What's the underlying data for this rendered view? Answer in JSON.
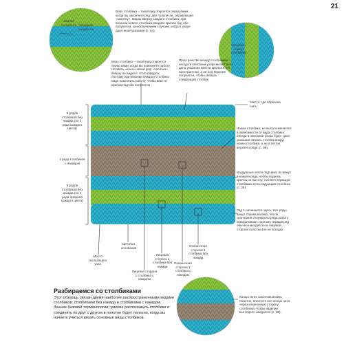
{
  "page_number": "21",
  "circle_top_left": {
    "label_back": "Задняя полупетля",
    "label_front": "Передняя полупетля"
  },
  "note_top": "Верх столбика – такой вид откроется перед вами, когда вы закончите ряд: две полупетли, образующие «галочку», видны вверху каждого столбика; при вязании нового столбика вводите крючок под обе полупетли, за исключением случаев, когда в узоре дано иное указание (с. 84).",
  "circle_top_right_label": "«Косичка» поверх столбиков",
  "note_left_mid": "Верх столбика – такой вид откроется перед вами, когда вы повернете работу, готовясь начать новый ряд: «косичка» вверху не видна с этого ракурса, поэтому при вязании каждого столбика надо наклонить работу, чтобы ввести крючок под обе полупетли",
  "note_center_mid": "Пространство между столбиками – иногда в описании узора может быть дано указание ввести крючок в это пространство, а не под верхние полупетли, чтобы связать следующий столбик",
  "left_labels": {
    "rows6_top": "6 рядов столбиков без накида (по 2 ряда каждого цвета)",
    "rows2": "2 ряда столбиков с накидом",
    "rows6_bottom": "6 рядов столбиков без накида (по 2 ряда прежней каждого цвета)"
  },
  "right_labels": {
    "cut_place": "Место, где обрезана нить",
    "leg": "Ножка столбика: ее высота меняется в зависимости от вида столбика; иногда в описании узора будет дано указание связать столбик вокруг ножки столбика, а не в петлю верхнего ряда (с. 98).",
    "air_lift": "Воздушные петли подъема: их вяжут в начале ряда, чтобы поднять крючок на высоту, соответствующую столбикам в последующем столбике (с. 29).",
    "row1": "Ряд 1 начинается здесь: все ряды вяжут справа налево, после окончания очередного ряда работу поворачивают, поэтому первый ряд обычно находится на лицевой стороне полотна (но не всегда)."
  },
  "bottom_labels": {
    "slip": "Место скользящего узла",
    "chain": "Цепочка основания",
    "front_sc": "Лицевая сторона 1 столбика без накида",
    "front_dc": "Лицевая сторона 1 столбика с накидом",
    "back_sc": "Изнаночная сторона 1 столбика без накида",
    "back_dc": "Изнаночная сторона 1 столбика с накидом"
  },
  "section_title": "Разбираемся со столбиками",
  "section_body": "Этот обзорщь связан двумя наиболее распространенными видами столбиков: столбиками без накида и столбиками с накидом. Знание базовой терминологии, умение распознавать столбики и соединять их друг с другом в полотне будет полезно, когда вы начнете учиться вязать основные виды столбиков.",
  "circle_bottom_label": "Концы нити: закончив вязать полотно, вплетите все концы нити через изнаночную сторону столбиков, чтобы изделие выглядело аккуратно (с. 40).",
  "colors": {
    "turquoise": "#2fb3cf",
    "green": "#8cc63f",
    "taupe": "#9a8a78"
  }
}
